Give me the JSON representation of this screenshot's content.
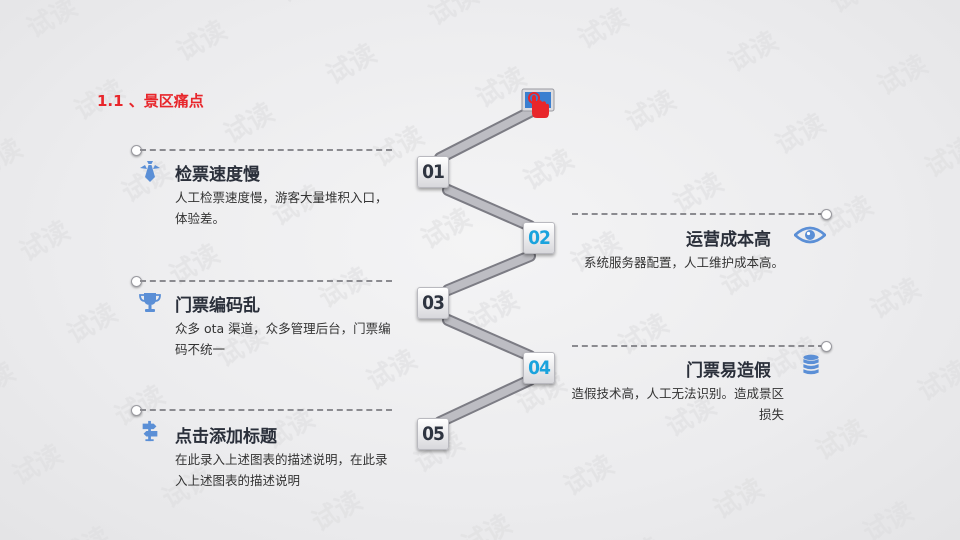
{
  "section": {
    "title": "1.1 、景区痛点"
  },
  "watermark": {
    "text": "试读"
  },
  "colors": {
    "accent": "#e8262b",
    "blue": "#1aa3dd",
    "icon_blue": "#5b8fd6",
    "dark": "#2e3440"
  },
  "steps": [
    {
      "number": "01",
      "style": "dark"
    },
    {
      "number": "02",
      "style": "blue"
    },
    {
      "number": "03",
      "style": "dark"
    },
    {
      "number": "04",
      "style": "blue"
    },
    {
      "number": "05",
      "style": "dark"
    }
  ],
  "items": [
    {
      "icon": "tie-icon",
      "title": "检票速度慢",
      "desc": "人工检票速度慢，游客大量堆积入口，体验差。"
    },
    {
      "icon": "eye-icon",
      "title": "运营成本高",
      "desc": "系统服务器配置，人工维护成本高。"
    },
    {
      "icon": "trophy-icon",
      "title": "门票编码乱",
      "desc": "众多 ota 渠道，众多管理后台，门票编码不统一"
    },
    {
      "icon": "database-icon",
      "title": "门票易造假",
      "desc": "造假技术高，人工无法识别。造成景区损失"
    },
    {
      "icon": "signpost-icon",
      "title": "点击添加标题",
      "desc": "在此录入上述图表的描述说明，在此录入上述图表的描述说明"
    }
  ]
}
